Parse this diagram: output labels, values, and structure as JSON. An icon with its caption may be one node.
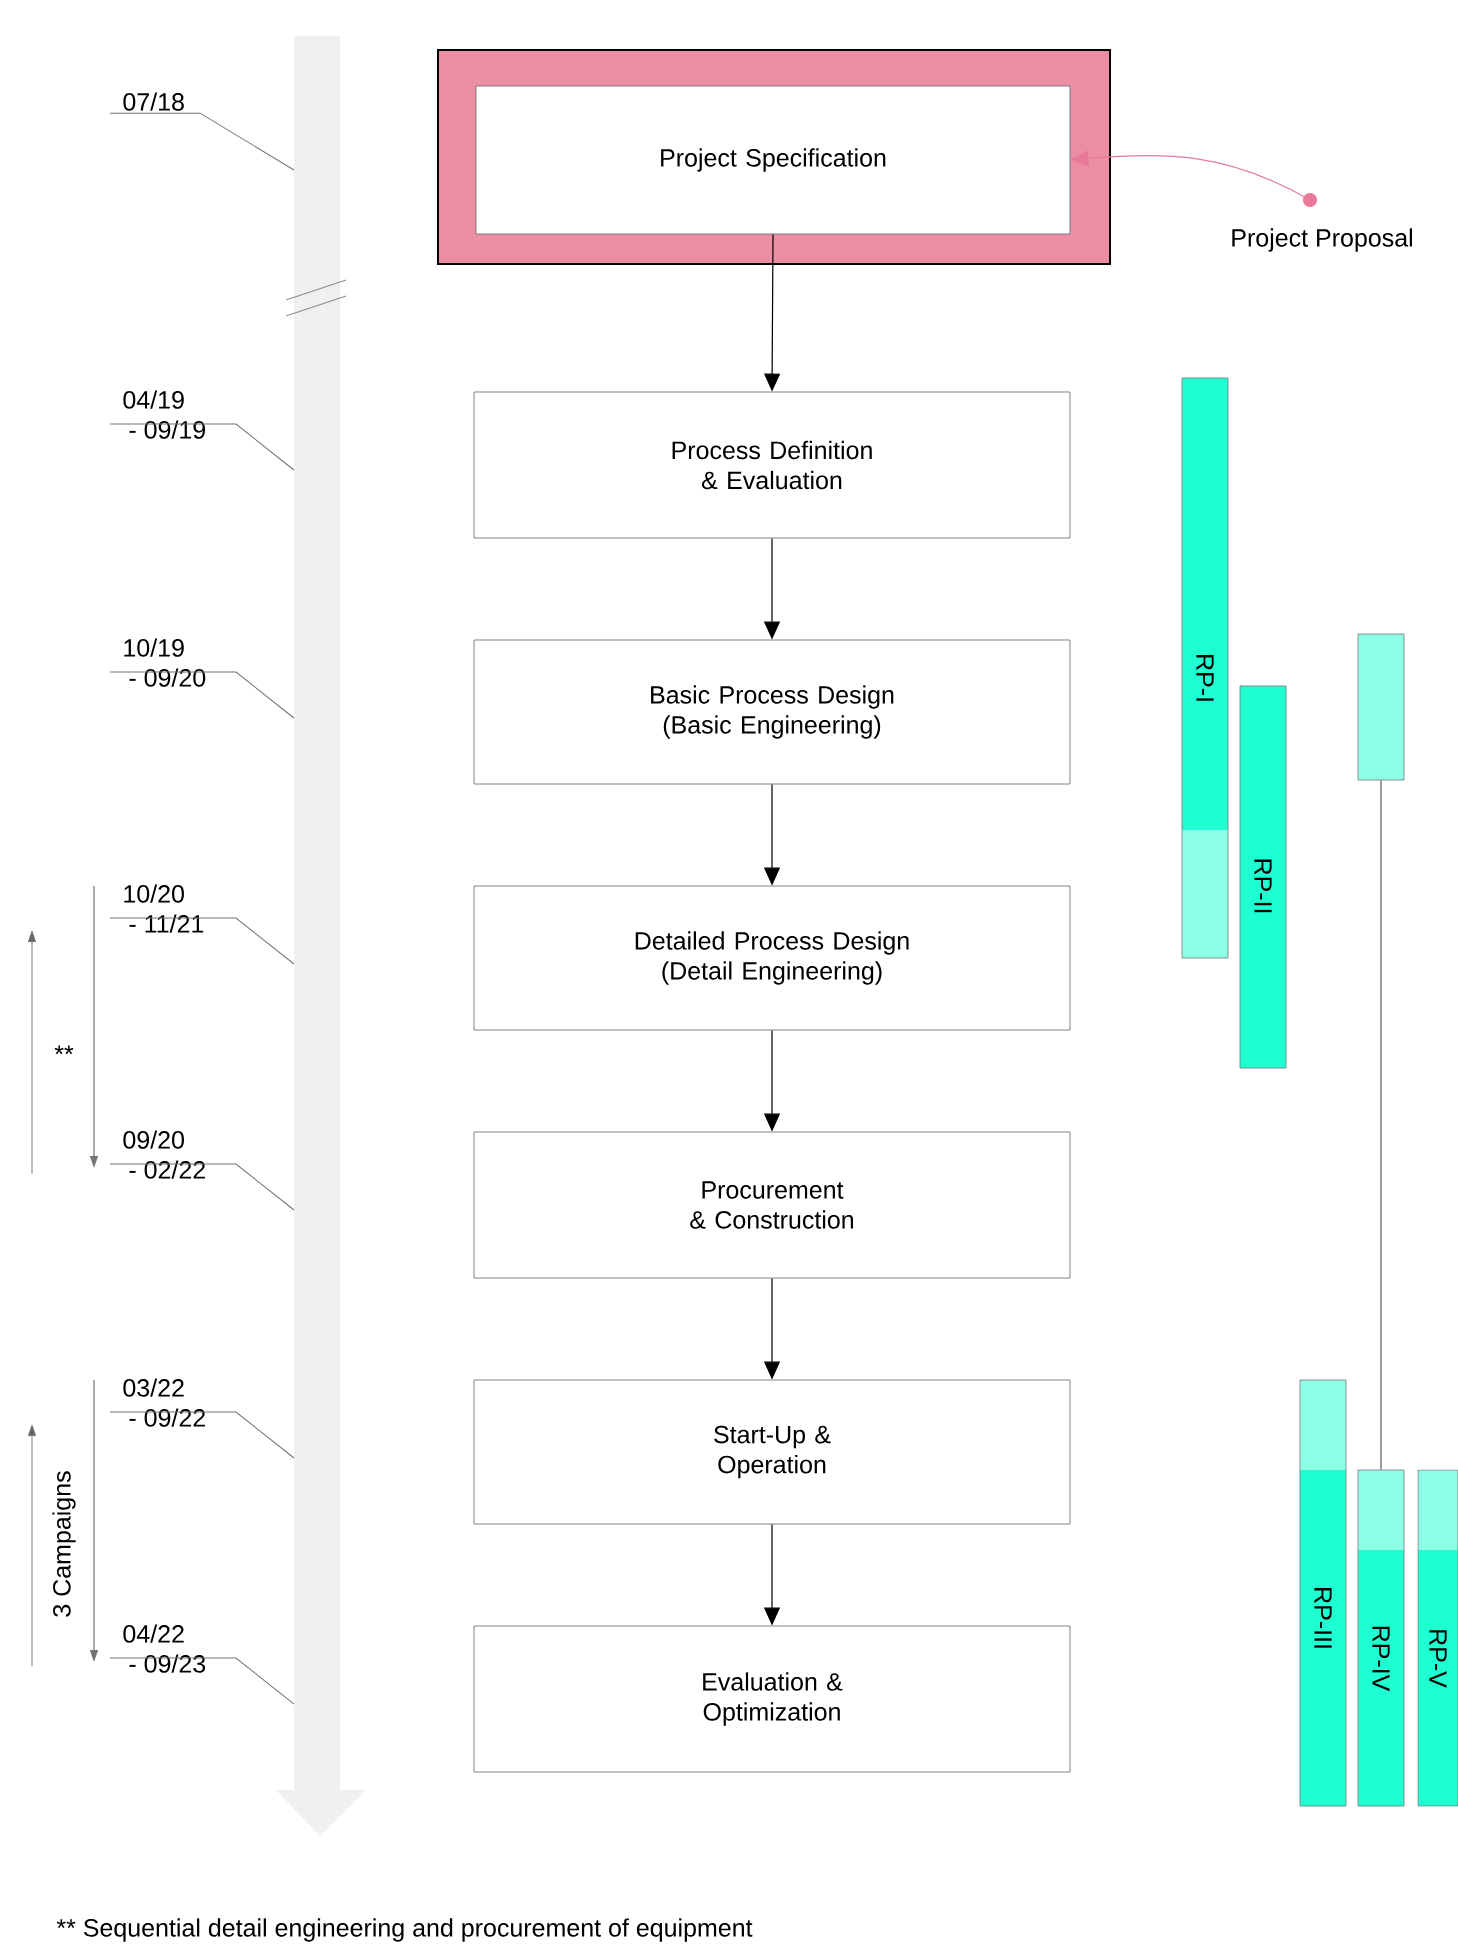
{
  "diagram": {
    "nodes": [
      {
        "text": [
          "Project Specification"
        ]
      },
      {
        "text": [
          "Process Definition & Evaluation"
        ]
      },
      {
        "text": [
          "Basic Process Design (Basic Engineering)"
        ]
      },
      {
        "text": [
          "Detailed Process Design (Detail Engineering)"
        ]
      },
      {
        "text": [
          "Procurement & Construction"
        ]
      },
      {
        "text": [
          "Start-Up & Operation"
        ]
      },
      {
        "text": [
          "Evaluation & Optimization"
        ]
      },
      {
        "text": [
          "Project Proposal"
        ]
      },
      {
        "text": [
          "RP-I"
        ]
      },
      {
        "text": [
          "RP-II"
        ]
      },
      {
        "text": [],
        "shape": "bar"
      },
      {
        "text": [
          "RP-III"
        ]
      },
      {
        "text": [
          "RP-IV"
        ]
      },
      {
        "text": [
          "RP-V"
        ]
      },
      {
        "text": [
          "07/18"
        ]
      },
      {
        "text": [
          "04/19",
          "- 09/19"
        ]
      },
      {
        "text": [
          "10/19",
          "- 09/20"
        ]
      },
      {
        "text": [
          "10/20",
          "- 11/21"
        ]
      },
      {
        "text": [
          "09/20",
          "- 02/22"
        ]
      },
      {
        "text": [
          "03/22",
          "- 09/22"
        ]
      },
      {
        "text": [
          "04/22",
          "- 09/23"
        ]
      }
    ],
    "edges": [
      {
        "from": 0,
        "to": 1,
        "arrow": "to",
        "color": "#000000"
      },
      {
        "from": 1,
        "to": 2,
        "arrow": "to",
        "color": "#000000"
      },
      {
        "from": 2,
        "to": 3,
        "arrow": "to",
        "color": "#000000"
      },
      {
        "from": 3,
        "to": 4,
        "arrow": "to",
        "color": "#000000"
      },
      {
        "from": 4,
        "to": 5,
        "arrow": "to",
        "color": "#000000"
      },
      {
        "from": 5,
        "to": 6,
        "arrow": "to",
        "color": "#000000"
      },
      {
        "from": 7,
        "to": 0,
        "arrow": "to",
        "color": "#e8799a"
      },
      {
        "from": 10,
        "to": 12,
        "arrow": "none"
      },
      {
        "from": 14,
        "to": null,
        "arrow": "none"
      },
      {
        "from": 15,
        "to": null,
        "arrow": "none"
      },
      {
        "from": 16,
        "to": null,
        "arrow": "none"
      },
      {
        "from": 17,
        "to": null,
        "arrow": "none"
      },
      {
        "from": 18,
        "to": null,
        "arrow": "none"
      },
      {
        "from": 19,
        "to": null,
        "arrow": "none"
      },
      {
        "from": 20,
        "to": null,
        "arrow": "none"
      },
      {
        "from": 17,
        "to": 18,
        "arrow": "to"
      },
      {
        "from": 19,
        "to": 20,
        "arrow": "to"
      }
    ],
    "labels": [
      "**",
      "3 Campaigns",
      "** Sequential detail engineering and procurement of equipment"
    ]
  }
}
